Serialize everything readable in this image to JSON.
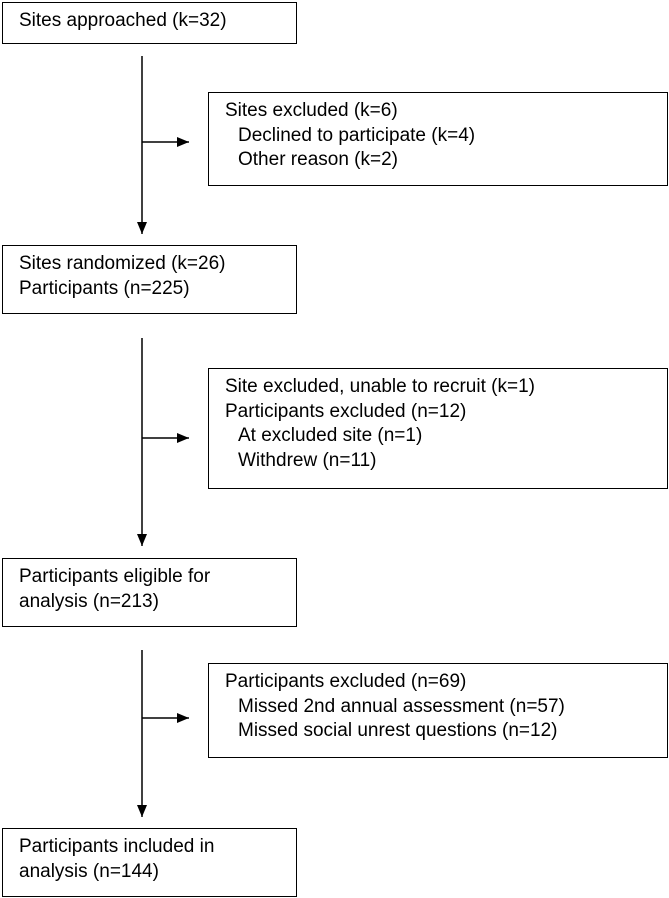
{
  "boxes": {
    "sites_approached": "Sites approached (k=32)",
    "sites_excluded": {
      "title": "Sites excluded (k=6)",
      "items": [
        "Declined to participate (k=4)",
        "Other reason (k=2)"
      ]
    },
    "sites_randomized": [
      "Sites randomized (k=26)",
      "Participants (n=225)"
    ],
    "site_excluded": {
      "lines": [
        "Site excluded, unable to recruit (k=1)",
        "Participants excluded (n=12)"
      ],
      "items": [
        "At excluded site (n=1)",
        "Withdrew (n=11)"
      ]
    },
    "eligible": [
      "Participants eligible for",
      "analysis (n=213)"
    ],
    "participants_excluded": {
      "title": "Participants excluded (n=69)",
      "items": [
        "Missed 2nd annual assessment (n=57)",
        "Missed social unrest questions (n=12)"
      ]
    },
    "included": [
      "Participants included in",
      "analysis (n=144)"
    ]
  }
}
